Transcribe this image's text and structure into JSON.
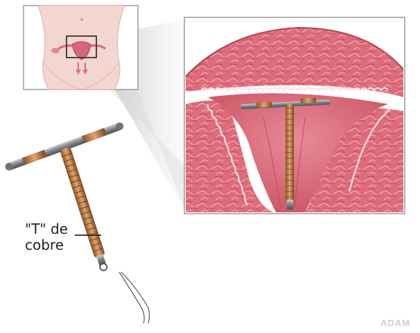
{
  "diagram": {
    "label_line1": "\"T\" de",
    "label_line2": "cobre",
    "watermark": "ADAM"
  },
  "colors": {
    "tissue": "#d8667a",
    "tissue_light": "#f0a8b0",
    "skin": "#f3d6cf",
    "copper": "#c8874a",
    "metal": "#8a8f95",
    "frame_border": "#9a9a9a"
  }
}
